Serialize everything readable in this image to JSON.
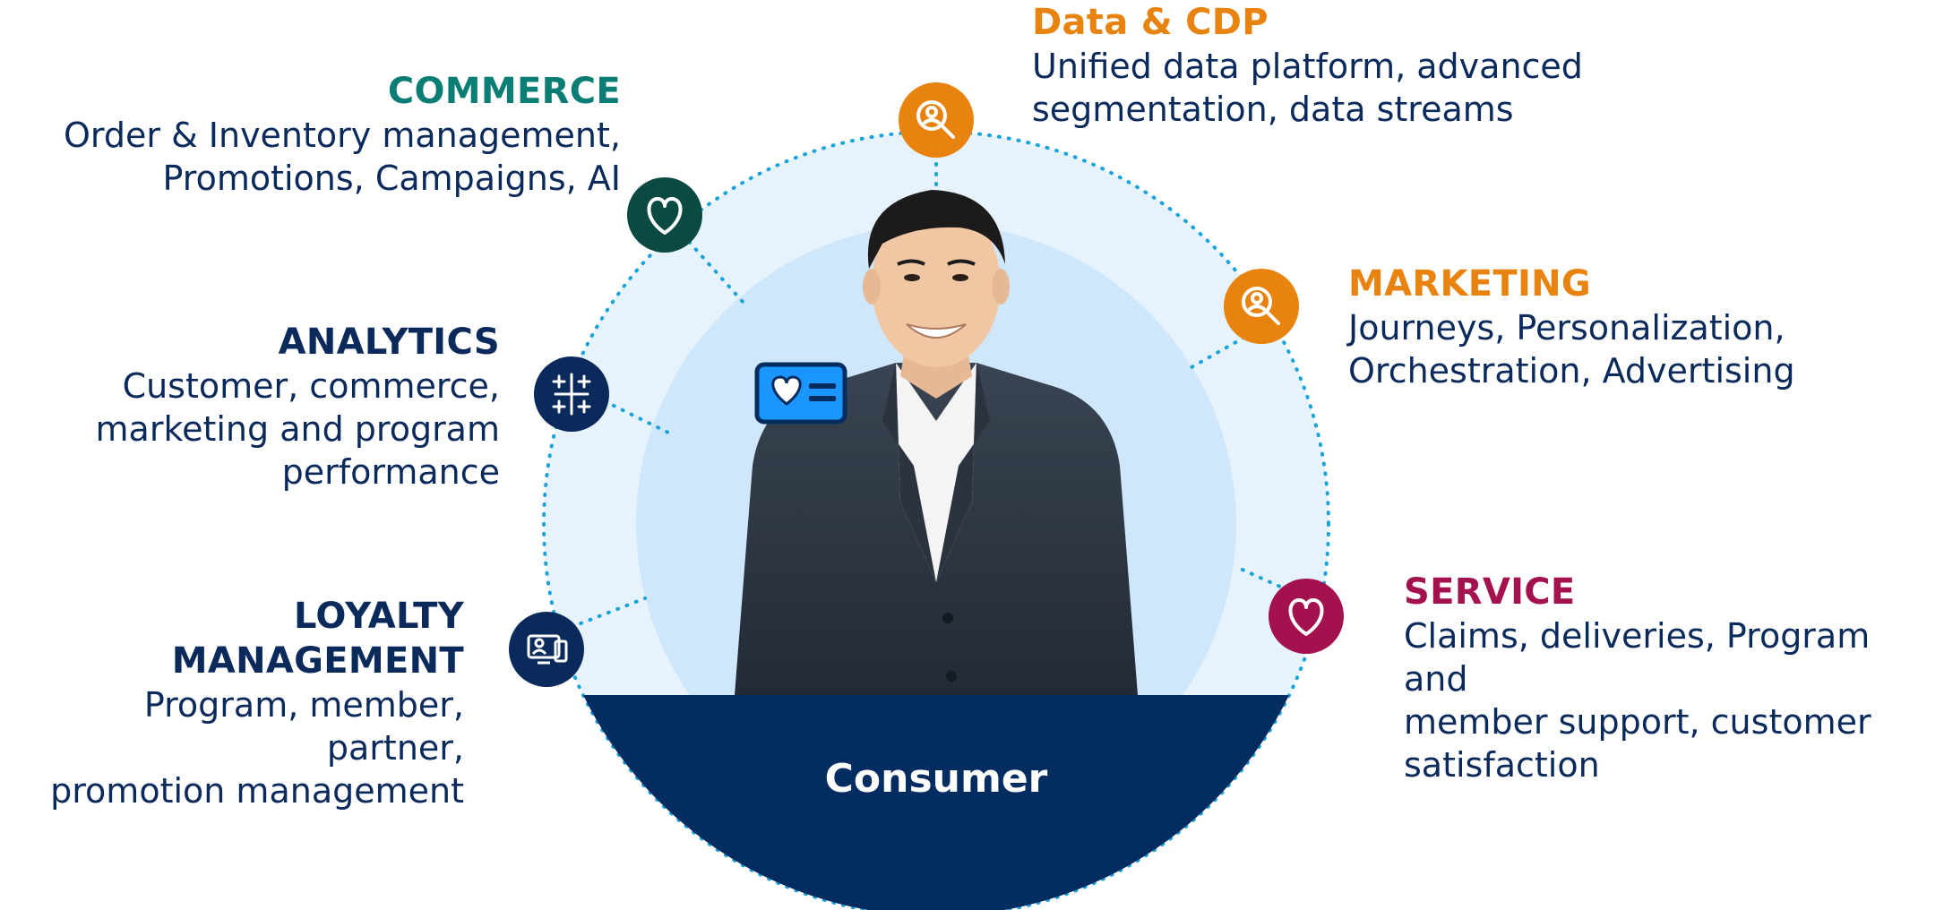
{
  "center": {
    "label": "Consumer"
  },
  "colors": {
    "outer_ring": "#e6f3fc",
    "inner_circle": "#cfe7fa",
    "base": "#032d60",
    "dots": "#1aa3d9",
    "commerce": "#0a7d74",
    "data_cdp": "#e8830f",
    "marketing": "#e8830f",
    "analytics": "#032d60",
    "loyalty": "#032d60",
    "service": "#a3114f",
    "commerce_icon": "#0b4a43"
  },
  "blocks": {
    "commerce": {
      "title": "COMMERCE",
      "lines": [
        "Order & Inventory management,",
        "Promotions, Campaigns, AI"
      ],
      "icon": "heart-icon"
    },
    "data_cdp": {
      "title": "Data & CDP",
      "lines": [
        "Unified data platform, advanced",
        "segmentation, data streams"
      ],
      "icon": "magnifier-person-icon"
    },
    "marketing": {
      "title": "MARKETING",
      "lines": [
        "Journeys, Personalization,",
        "Orchestration, Advertising"
      ],
      "icon": "magnifier-person-icon"
    },
    "analytics": {
      "title": "ANALYTICS",
      "lines": [
        "Customer, commerce,",
        "marketing and program",
        "performance"
      ],
      "icon": "sparkle-grid-icon"
    },
    "loyalty": {
      "title": "LOYALTY MANAGEMENT",
      "lines": [
        "Program, member, partner,",
        "promotion management"
      ],
      "icon": "devices-icon"
    },
    "service": {
      "title": "SERVICE",
      "lines": [
        "Claims, deliveries, Program and",
        "member support, customer",
        "satisfaction"
      ],
      "icon": "heart-icon"
    }
  }
}
